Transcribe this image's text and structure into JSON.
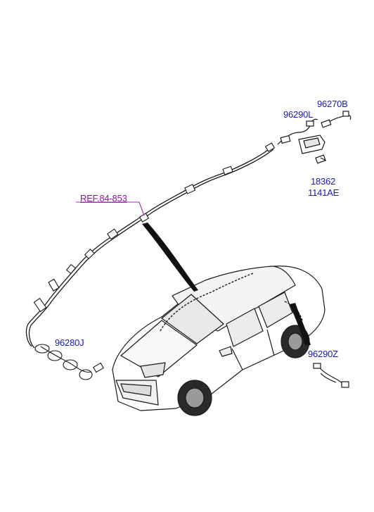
{
  "diagram": {
    "labels": {
      "ref": "REF.84-853",
      "p96270B": "96270B",
      "p96290L": "96290L",
      "p18362": "18362",
      "p1141AE": "1141AE",
      "p96280J": "96280J",
      "p96290Z": "96290Z"
    },
    "colors": {
      "label_text": "#1a1ab0",
      "ref_text": "#8a1a9a",
      "line_art": "#1a1a1a",
      "background": "#ffffff"
    }
  }
}
